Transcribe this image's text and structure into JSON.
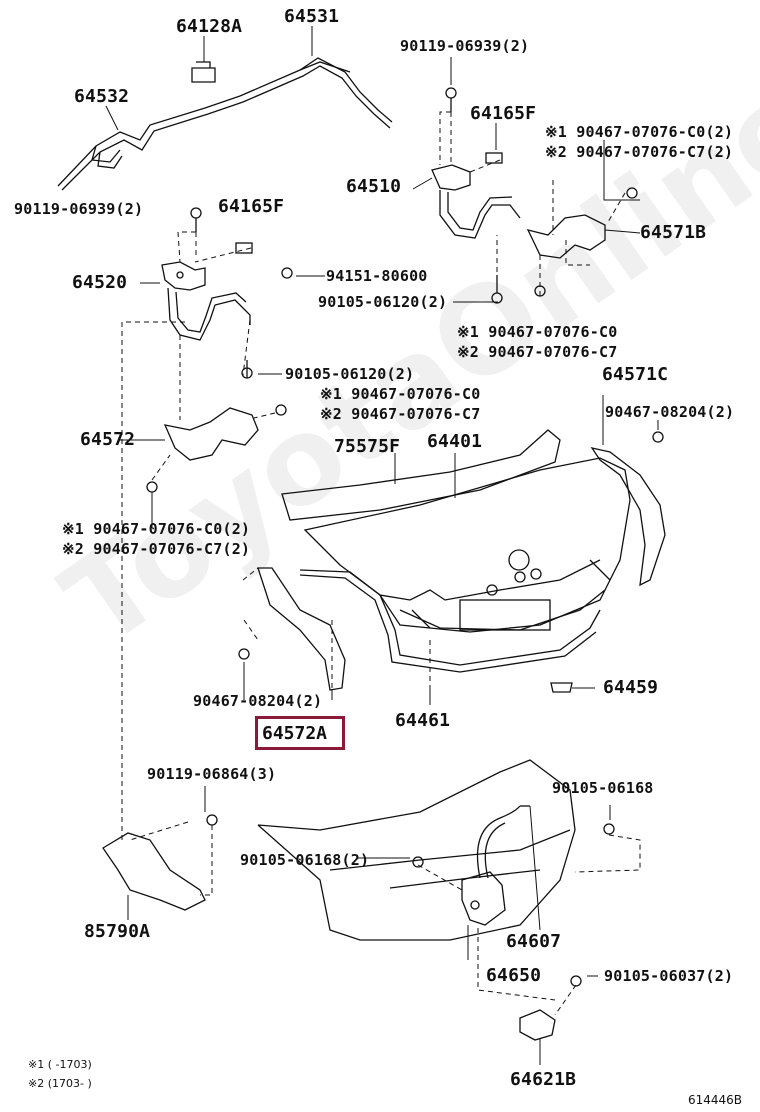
{
  "watermark": "ToyotaOnline.ru",
  "highlighted_part": "64572A",
  "labels": {
    "p64128A": "64128A",
    "p64531": "64531",
    "p64532": "64532",
    "b90119_top": "90119-06939(2)",
    "p64165F_top": "64165F",
    "n1_0707C0_2": "※1 90467-07076-C0(2)",
    "n2_0707C7_2": "※2 90467-07076-C7(2)",
    "p64510": "64510",
    "p64571B": "64571B",
    "b90119_left": "90119-06939(2)",
    "p64165F_left": "64165F",
    "p64520": "64520",
    "b94151": "94151-80600",
    "b90105_06120_mid": "90105-06120(2)",
    "n1_0707C0_mid": "※1 90467-07076-C0",
    "n2_0707C7_mid": "※2 90467-07076-C7",
    "b90105_06120_left": "90105-06120(2)",
    "n1_0707C0_left": "※1 90467-07076-C0",
    "n2_0707C7_left": "※2 90467-07076-C7",
    "p64571C": "64571C",
    "b90467_08204_right": "90467-08204(2)",
    "p64572": "64572",
    "p75575F": "75575F",
    "p64401": "64401",
    "n1_bottom": "※1 90467-07076-C0(2)",
    "n2_bottom": "※2 90467-07076-C7(2)",
    "b90467_08204_left": "90467-08204(2)",
    "p64459": "64459",
    "p64461": "64461",
    "b90119_06864": "90119-06864(3)",
    "b90105_06168_right": "90105-06168",
    "b90105_06168_mid": "90105-06168(2)",
    "p85790A": "85790A",
    "p64607": "64607",
    "p64650": "64650",
    "b90105_06037": "90105-06037(2)",
    "p64621B": "64621B"
  },
  "footnotes": {
    "f1": "※1 (     -1703)",
    "f2": "※2 (1703-       )"
  },
  "figure_number": "614446B"
}
